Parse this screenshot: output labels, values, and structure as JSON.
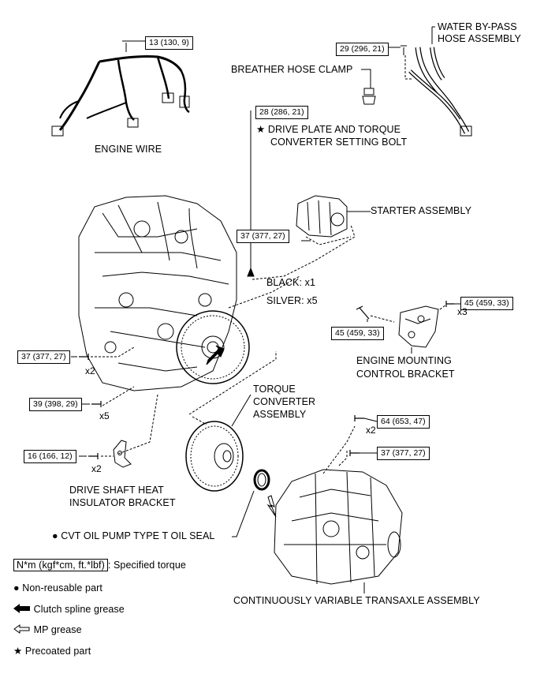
{
  "parts": {
    "engine_wire": "ENGINE WIRE",
    "water_bypass_line1": "WATER BY-PASS",
    "water_bypass_line2": "HOSE ASSEMBLY",
    "breather_hose_clamp": "BREATHER HOSE CLAMP",
    "drive_plate_line1": "DRIVE PLATE AND TORQUE",
    "drive_plate_line2": "CONVERTER SETTING BOLT",
    "starter": "STARTER ASSEMBLY",
    "black": "BLACK: x1",
    "silver": "SILVER: x5",
    "emcb_line1": "ENGINE MOUNTING",
    "emcb_line2": "CONTROL BRACKET",
    "torque_conv_line1": "TORQUE",
    "torque_conv_line2": "CONVERTER",
    "torque_conv_line3": "ASSEMBLY",
    "dshib_line1": "DRIVE SHAFT HEAT",
    "dshib_line2": "INSULATOR BRACKET",
    "cvt_seal": "CVT OIL PUMP TYPE T OIL SEAL",
    "transaxle": "CONTINUOUSLY VARIABLE TRANSAXLE ASSEMBLY"
  },
  "torques": {
    "t13": "13 (130, 9)",
    "t29": "29 (296, 21)",
    "t28": "28 (286, 21)",
    "t37a": "37 (377, 27)",
    "t45a": "45 (459, 33)",
    "t45b": "45 (459, 33)",
    "t37b": "37 (377, 27)",
    "t39": "39 (398, 29)",
    "t64": "64 (653, 47)",
    "t37c": "37 (377, 27)",
    "t16": "16 (166, 12)"
  },
  "quantities": {
    "q_x3": "x3",
    "q_x2a": "x2",
    "q_x5": "x5",
    "q_x2b": "x2",
    "q_x2c": "x2"
  },
  "legend": {
    "torque_box": "N*m (kgf*cm, ft.*lbf)",
    "torque_desc": ": Specified torque",
    "non_reusable": "Non-reusable part",
    "clutch_spline": "Clutch spline grease",
    "mp_grease": "MP grease",
    "precoated": "Precoated part"
  },
  "colors": {
    "ink": "#000000",
    "background": "#ffffff"
  }
}
